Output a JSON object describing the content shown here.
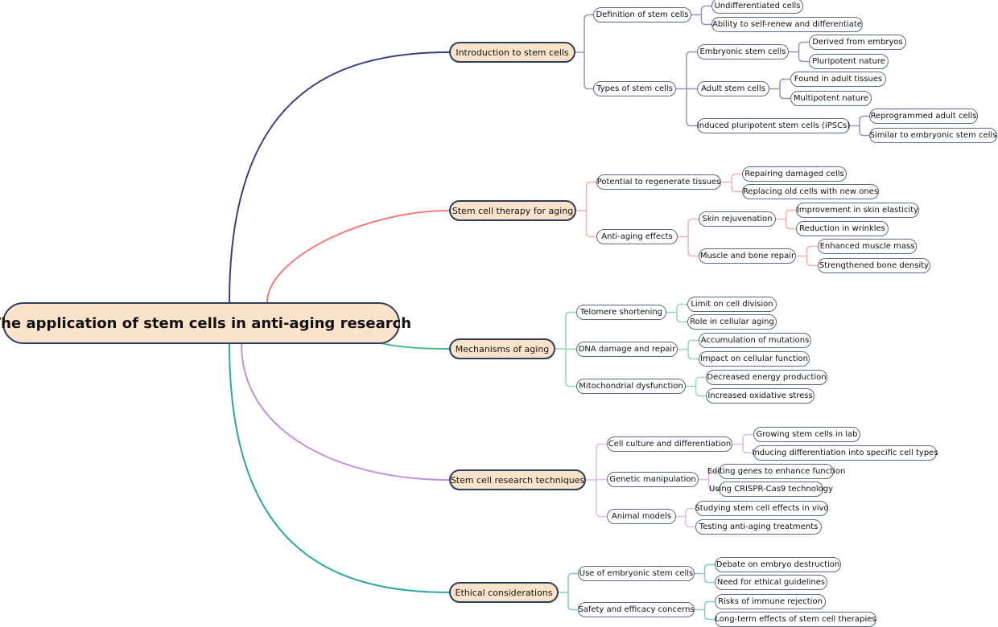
{
  "root": {
    "label": "The application of stem cells in anti-aging research"
  },
  "branches": [
    {
      "label": "Introduction to stem cells",
      "color": "#3d3f7e",
      "children": [
        {
          "label": "Definition of stem cells",
          "children": [
            {
              "label": "Undifferentiated cells"
            },
            {
              "label": "Ability to self-renew and differentiate"
            }
          ]
        },
        {
          "label": "Types of stem cells",
          "children": [
            {
              "label": "Embryonic stem cells",
              "children": [
                {
                  "label": "Derived from embryos"
                },
                {
                  "label": "Pluripotent nature"
                }
              ]
            },
            {
              "label": "Adult stem cells",
              "children": [
                {
                  "label": "Found in adult tissues"
                },
                {
                  "label": "Multipotent nature"
                }
              ]
            },
            {
              "label": "Induced pluripotent stem cells (iPSCs)",
              "children": [
                {
                  "label": "Reprogrammed adult cells"
                },
                {
                  "label": "Similar to embryonic stem cells"
                }
              ]
            }
          ]
        }
      ]
    },
    {
      "label": "Stem cell therapy for aging",
      "color": "#f47c7c",
      "children": [
        {
          "label": "Potential to regenerate tissues",
          "children": [
            {
              "label": "Repairing damaged cells"
            },
            {
              "label": "Replacing old cells with new ones"
            }
          ]
        },
        {
          "label": "Anti-aging effects",
          "children": [
            {
              "label": "Skin rejuvenation",
              "children": [
                {
                  "label": "Improvement in skin elasticity"
                },
                {
                  "label": "Reduction in wrinkles"
                }
              ]
            },
            {
              "label": "Muscle and bone repair",
              "children": [
                {
                  "label": "Enhanced muscle mass"
                },
                {
                  "label": "Strengthened bone density"
                }
              ]
            }
          ]
        }
      ]
    },
    {
      "label": "Mechanisms of aging",
      "color": "#4cbf86",
      "children": [
        {
          "label": "Telomere shortening",
          "children": [
            {
              "label": "Limit on cell division"
            },
            {
              "label": "Role in cellular aging"
            }
          ]
        },
        {
          "label": "DNA damage and repair",
          "children": [
            {
              "label": "Accumulation of mutations"
            },
            {
              "label": "Impact on cellular function"
            }
          ]
        },
        {
          "label": "Mitochondrial dysfunction",
          "children": [
            {
              "label": "Decreased energy production"
            },
            {
              "label": "Increased oxidative stress"
            }
          ]
        }
      ]
    },
    {
      "label": "Stem cell research techniques",
      "color": "#c48fe0",
      "children": [
        {
          "label": "Cell culture and differentiation",
          "children": [
            {
              "label": "Growing stem cells in lab"
            },
            {
              "label": "Inducing differentiation into specific cell types"
            }
          ]
        },
        {
          "label": "Genetic manipulation",
          "children": [
            {
              "label": "Editing genes to enhance function"
            },
            {
              "label": "Using CRISPR-Cas9 technology"
            }
          ]
        },
        {
          "label": "Animal models",
          "children": [
            {
              "label": "Studying stem cell effects in vivo"
            },
            {
              "label": "Testing anti-aging treatments"
            }
          ]
        }
      ]
    },
    {
      "label": "Ethical considerations",
      "color": "#2aa8a0",
      "children": [
        {
          "label": "Use of embryonic stem cells",
          "children": [
            {
              "label": "Debate on embryo destruction"
            },
            {
              "label": "Need for ethical guidelines"
            }
          ]
        },
        {
          "label": "Safety and efficacy concerns",
          "children": [
            {
              "label": "Risks of immune rejection"
            },
            {
              "label": "Long-term effects of stem cell therapies"
            }
          ]
        }
      ]
    }
  ]
}
